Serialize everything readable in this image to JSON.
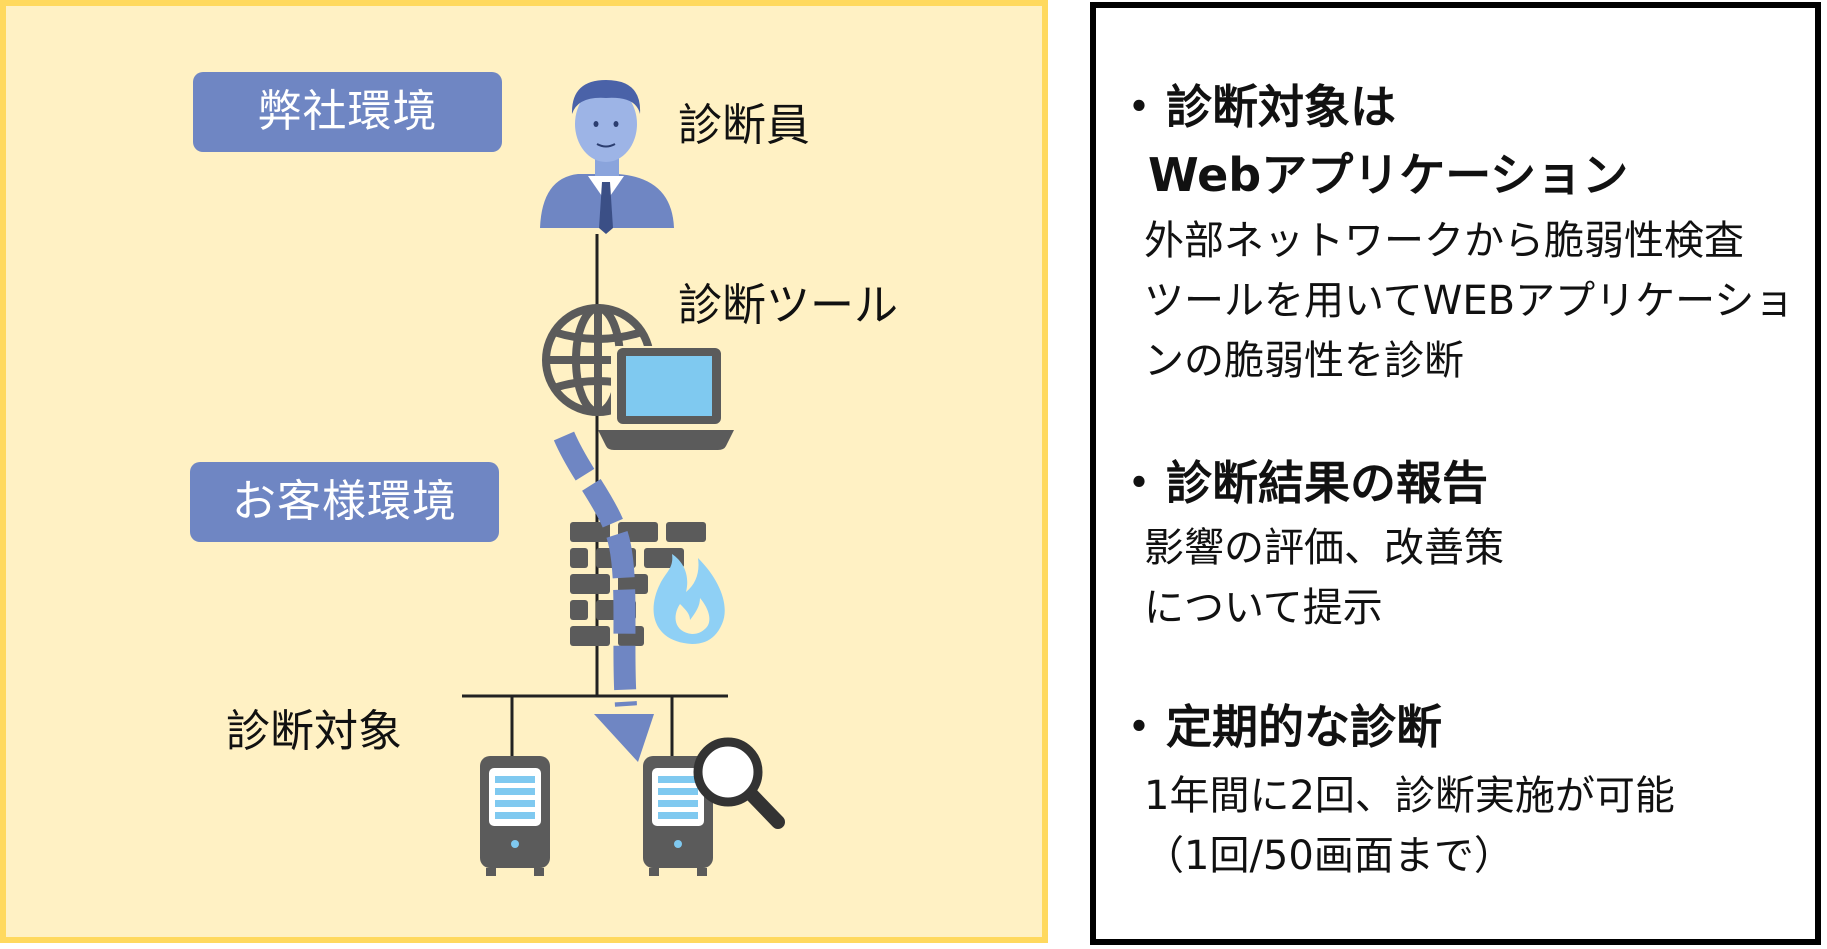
{
  "diagram": {
    "company_env_label": "弊社環境",
    "customer_env_label": "お客様環境",
    "inspector_label": "診断員",
    "tool_label": "診断ツール",
    "target_label": "診断対象",
    "colors": {
      "panel_bg": "#fff1c4",
      "panel_border": "#ffd95e",
      "env_label_bg": "#6f86c3",
      "arrow": "#6f86c3",
      "icon_gray": "#5b5b5b",
      "screen_blue": "#7fc9f0",
      "flame_blue": "#8fd0f5"
    },
    "icons": [
      "person-icon",
      "globe-icon",
      "laptop-icon",
      "firewall-icon",
      "flame-icon",
      "server-icon",
      "magnifier-icon"
    ]
  },
  "info": {
    "sections": [
      {
        "bullet": "・",
        "title": "診断対象は",
        "subtitle": "Webアプリケーション",
        "lines": [
          "外部ネットワークから脆弱性検査",
          "ツールを用いてWEBアプリケーショ",
          "ンの脆弱性を診断"
        ]
      },
      {
        "bullet": "・",
        "title": "診断結果の報告",
        "lines": [
          "影響の評価、改善策",
          "について提示"
        ]
      },
      {
        "bullet": "・",
        "title": "定期的な診断",
        "lines": [
          "1年間に2回、診断実施が可能",
          "（1回/50画面まで）"
        ]
      }
    ]
  }
}
